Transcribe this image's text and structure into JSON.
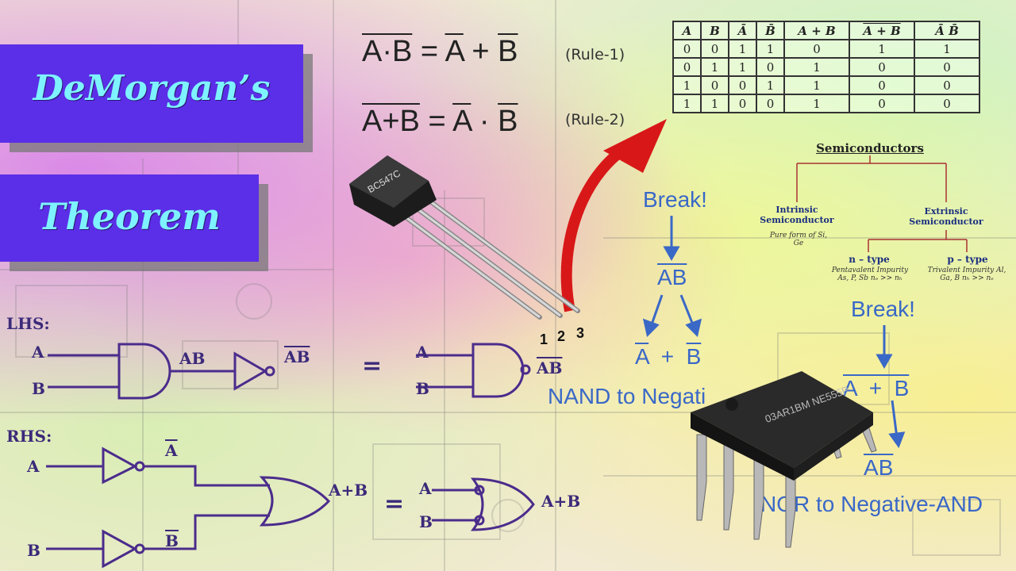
{
  "title": {
    "line1": "DeMorgan’s",
    "line2": "Theorem"
  },
  "rules": {
    "rule1_label": "(Rule-1)",
    "rule2_label": "(Rule-2)"
  },
  "truth_table": {
    "headers": [
      "A",
      "B",
      "Ā",
      "B̄",
      "A + B",
      "A + B",
      "Ā  B̄"
    ],
    "rows": [
      [
        "0",
        "0",
        "1",
        "1",
        "0",
        "1",
        "1"
      ],
      [
        "0",
        "1",
        "1",
        "0",
        "1",
        "0",
        "0"
      ],
      [
        "1",
        "0",
        "0",
        "1",
        "1",
        "0",
        "0"
      ],
      [
        "1",
        "1",
        "0",
        "0",
        "1",
        "0",
        "0"
      ]
    ]
  },
  "semiconductors": {
    "title": "Semiconductors",
    "intrinsic": "Intrinsic Semiconductor",
    "intrinsic_note": "Pure form of Si, Ge",
    "extrinsic": "Extrinsic Semiconductor",
    "ntype": "n – type",
    "ntype_note": "Pentavalent Impurity As, P, Sb nₑ >> nₕ",
    "ptype": "p – type",
    "ptype_note": "Trivalent Impurity Al, Ga, B nₕ >> nₑ"
  },
  "nand_block": {
    "break_label": "Break!",
    "caption": "NAND to Negati"
  },
  "nor_block": {
    "break_label": "Break!",
    "caption": "NOR to Negative-AND"
  },
  "transistor": {
    "marking": "BC547C",
    "pins": [
      "1",
      "2",
      "3"
    ]
  },
  "chip": {
    "marking": "03AR1BM NE555P"
  },
  "lhs": {
    "label": "LHS:",
    "in_a": "A",
    "in_b": "B",
    "and_out": "AB",
    "not_out": "AB",
    "equals": "=",
    "nand_a": "A",
    "nand_b": "B",
    "nand_out": "AB"
  },
  "rhs": {
    "label": "RHS:",
    "in_a": "A",
    "in_b": "B",
    "not_a": "A",
    "not_b": "B",
    "or_out": "A+B",
    "equals": "=",
    "nor_a": "A",
    "nor_b": "B",
    "nor_out": "A+B"
  },
  "colors": {
    "title_bg": "#5b2ee8",
    "title_text": "#7ef3ff",
    "arrow": "#d81818",
    "gate_stroke": "#4b2c8c",
    "blue_text": "#3a68c7"
  }
}
